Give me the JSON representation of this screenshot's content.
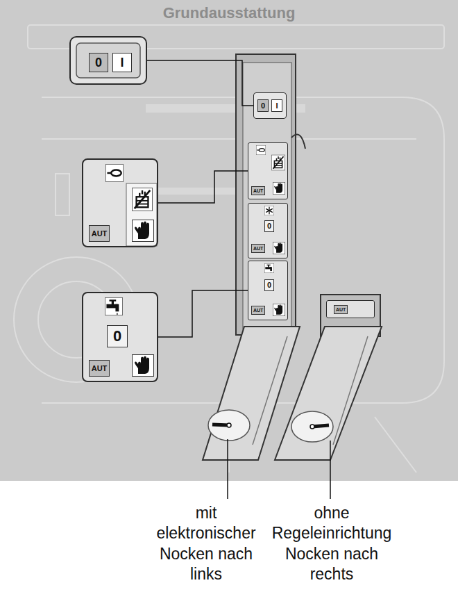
{
  "diagram": {
    "nodes": [
      {
        "text": [
          "0",
          "I"
        ]
      },
      {
        "text": [
          "AUT"
        ]
      },
      {
        "text": [
          "0",
          "AUT"
        ]
      },
      {
        "text": [
          "0",
          "I"
        ]
      },
      {
        "text": [
          "AUT"
        ]
      },
      {
        "text": [
          "0",
          "AUT"
        ]
      },
      {
        "text": [
          "0",
          "AUT"
        ]
      },
      {
        "text": [
          "AUT"
        ]
      }
    ],
    "edges": [
      {
        "from": 0,
        "to": 3,
        "arrow": "none"
      },
      {
        "from": 1,
        "to": 4,
        "arrow": "none"
      },
      {
        "from": 2,
        "to": 6,
        "arrow": "none"
      }
    ],
    "labels": [
      "Grundausstattung",
      "mit elektronischer",
      "Nocken nach links",
      "ohne Regeleinrichtung",
      "Nocken nach rechts"
    ]
  }
}
